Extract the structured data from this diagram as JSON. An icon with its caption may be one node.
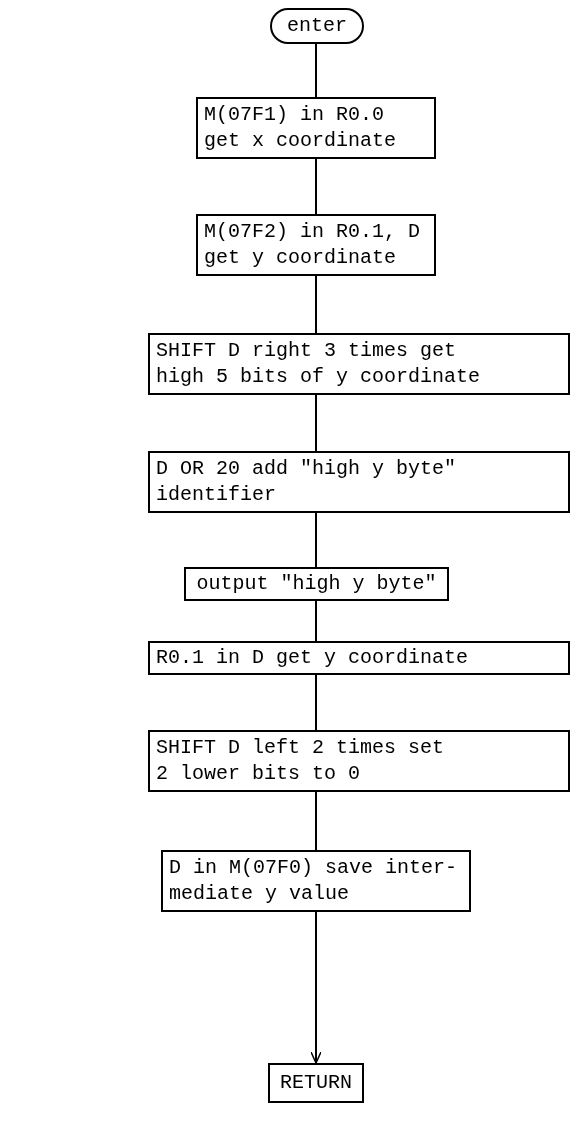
{
  "diagram": {
    "nodes": [
      {
        "text": [
          "enter"
        ]
      },
      {
        "text": [
          "M(07F1) in R0.0 get x coordinate"
        ]
      },
      {
        "text": [
          "M(07F2) in R0.1, D get y coordinate"
        ]
      },
      {
        "text": [
          "SHIFT D right 3 times get high 5 bits of y coordinate"
        ]
      },
      {
        "text": [
          "D OR 20 add \"high y byte\" identifier"
        ]
      },
      {
        "text": [
          "output \"high y byte\""
        ]
      },
      {
        "text": [
          "R0.1 in D get y coordinate"
        ]
      },
      {
        "text": [
          "SHIFT D left 2 times set 2 lower bits to 0"
        ]
      },
      {
        "text": [
          "D in M(07F0) save inter- mediate y value"
        ]
      },
      {
        "text": [
          "RETURN"
        ]
      }
    ],
    "edges": [
      {
        "from": 0,
        "to": 1,
        "arrow": "none"
      },
      {
        "from": 1,
        "to": 2,
        "arrow": "none"
      },
      {
        "from": 2,
        "to": 3,
        "arrow": "none"
      },
      {
        "from": 3,
        "to": 4,
        "arrow": "none"
      },
      {
        "from": 4,
        "to": 5,
        "arrow": "none"
      },
      {
        "from": 5,
        "to": 6,
        "arrow": "none"
      },
      {
        "from": 6,
        "to": 7,
        "arrow": "none"
      },
      {
        "from": 7,
        "to": 8,
        "arrow": "none"
      },
      {
        "from": 8,
        "to": 9,
        "arrow": "to"
      }
    ]
  }
}
